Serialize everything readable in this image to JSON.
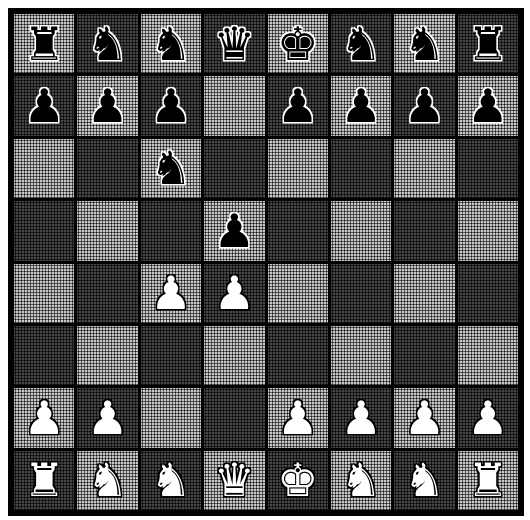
{
  "board": {
    "rows": [
      [
        "br",
        "bn",
        "bn",
        "bq",
        "bk",
        "bn",
        "bn",
        "br"
      ],
      [
        "bp",
        "bp",
        "bp",
        "",
        "bp",
        "bp",
        "bp",
        "bp"
      ],
      [
        "",
        "",
        "bn",
        "",
        "",
        "",
        "",
        ""
      ],
      [
        "",
        "",
        "",
        "bp",
        "",
        "",
        "",
        ""
      ],
      [
        "",
        "",
        "wp",
        "wp",
        "",
        "",
        "",
        ""
      ],
      [
        "",
        "",
        "",
        "",
        "",
        "",
        "",
        ""
      ],
      [
        "wp",
        "wp",
        "",
        "",
        "wp",
        "wp",
        "wp",
        "wp"
      ],
      [
        "wr",
        "wn",
        "wn",
        "wq",
        "wk",
        "wn",
        "wn",
        "wr"
      ]
    ]
  },
  "pieces": {
    "br": {
      "glyph": "♜",
      "color": "black",
      "name": "black-rook-icon"
    },
    "bn": {
      "glyph": "♞",
      "color": "black",
      "name": "black-knight-icon"
    },
    "bb": {
      "glyph": "♝",
      "color": "black",
      "name": "black-bishop-icon"
    },
    "bq": {
      "glyph": "♛",
      "color": "black",
      "name": "black-queen-icon"
    },
    "bk": {
      "glyph": "♚",
      "color": "black",
      "name": "black-king-icon"
    },
    "bp": {
      "glyph": "♟",
      "color": "black",
      "name": "black-pawn-icon"
    },
    "wr": {
      "glyph": "♜",
      "color": "white",
      "name": "white-rook-icon"
    },
    "wn": {
      "glyph": "♞",
      "color": "white",
      "name": "white-knight-icon"
    },
    "wb": {
      "glyph": "♝",
      "color": "white",
      "name": "white-bishop-icon"
    },
    "wq": {
      "glyph": "♛",
      "color": "white",
      "name": "white-queen-icon"
    },
    "wk": {
      "glyph": "♚",
      "color": "white",
      "name": "white-king-icon"
    },
    "wp": {
      "glyph": "♟",
      "color": "white",
      "name": "white-pawn-icon"
    }
  },
  "colors": {
    "light_square": "#9a9a9a",
    "dark_square": "#3a3a3a",
    "border": "#000000"
  }
}
